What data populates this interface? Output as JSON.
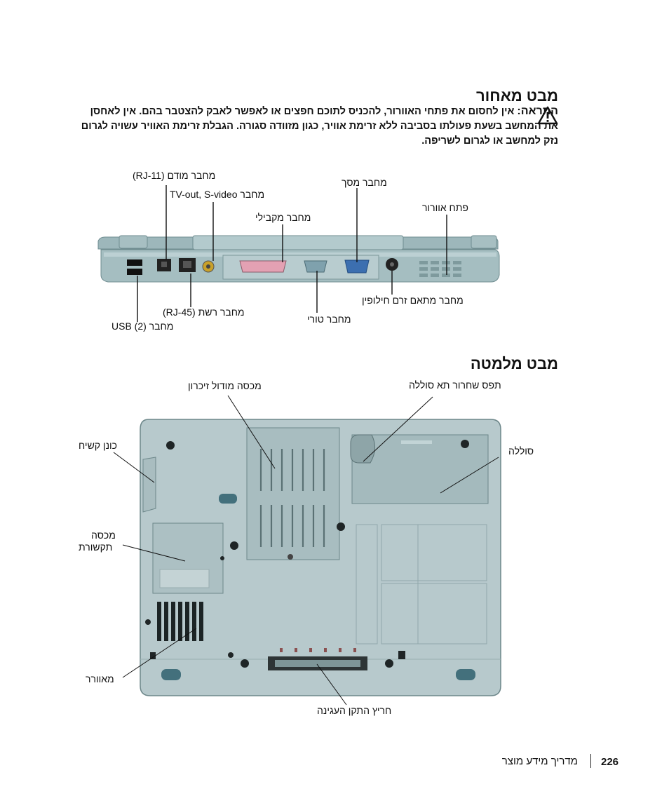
{
  "back_view": {
    "title": "מבט מאחור",
    "warning_label": "התראה:",
    "warning_text": "אין לחסום את פתחי האוורור, להכניס לתוכם חפצים או לאפשר לאבק להצטבר בהם. אין לאחסן את המחשב בשעת פעולתו בסביבה ללא זרימת אוויר, כגון מזוודה סגורה. הגבלת זרימת האוויר עשויה לגרום נזק למחשב או לגרום לשריפה.",
    "labels": {
      "modem": "מחבר מודם (RJ-11)",
      "tvout": "מחבר TV-out, S-video",
      "parallel": "מחבר מקבילי",
      "video": "מחבר מסך",
      "vent": "פתח אוורור",
      "ac_adapter": "מחבר מתאם זרם חילופין",
      "serial": "מחבר טורי",
      "network": "מחבר רשת (RJ-45)",
      "usb": "מחבר USB (2)"
    }
  },
  "bottom_view": {
    "title": "מבט מלמטה",
    "labels": {
      "memory_cover": "מכסה מודול זיכרון",
      "battery_latch": "תפס שחרור תא סוללה",
      "hard_drive": "כונן קשיח",
      "battery": "סוללה",
      "comm_cover_line1": "מכסה",
      "comm_cover_line2": "תקשורת",
      "fan": "מאוורר",
      "docking": "חריץ התקן העגינה"
    }
  },
  "footer": {
    "page_number": "226",
    "title": "מדריך מידע מוצר"
  }
}
